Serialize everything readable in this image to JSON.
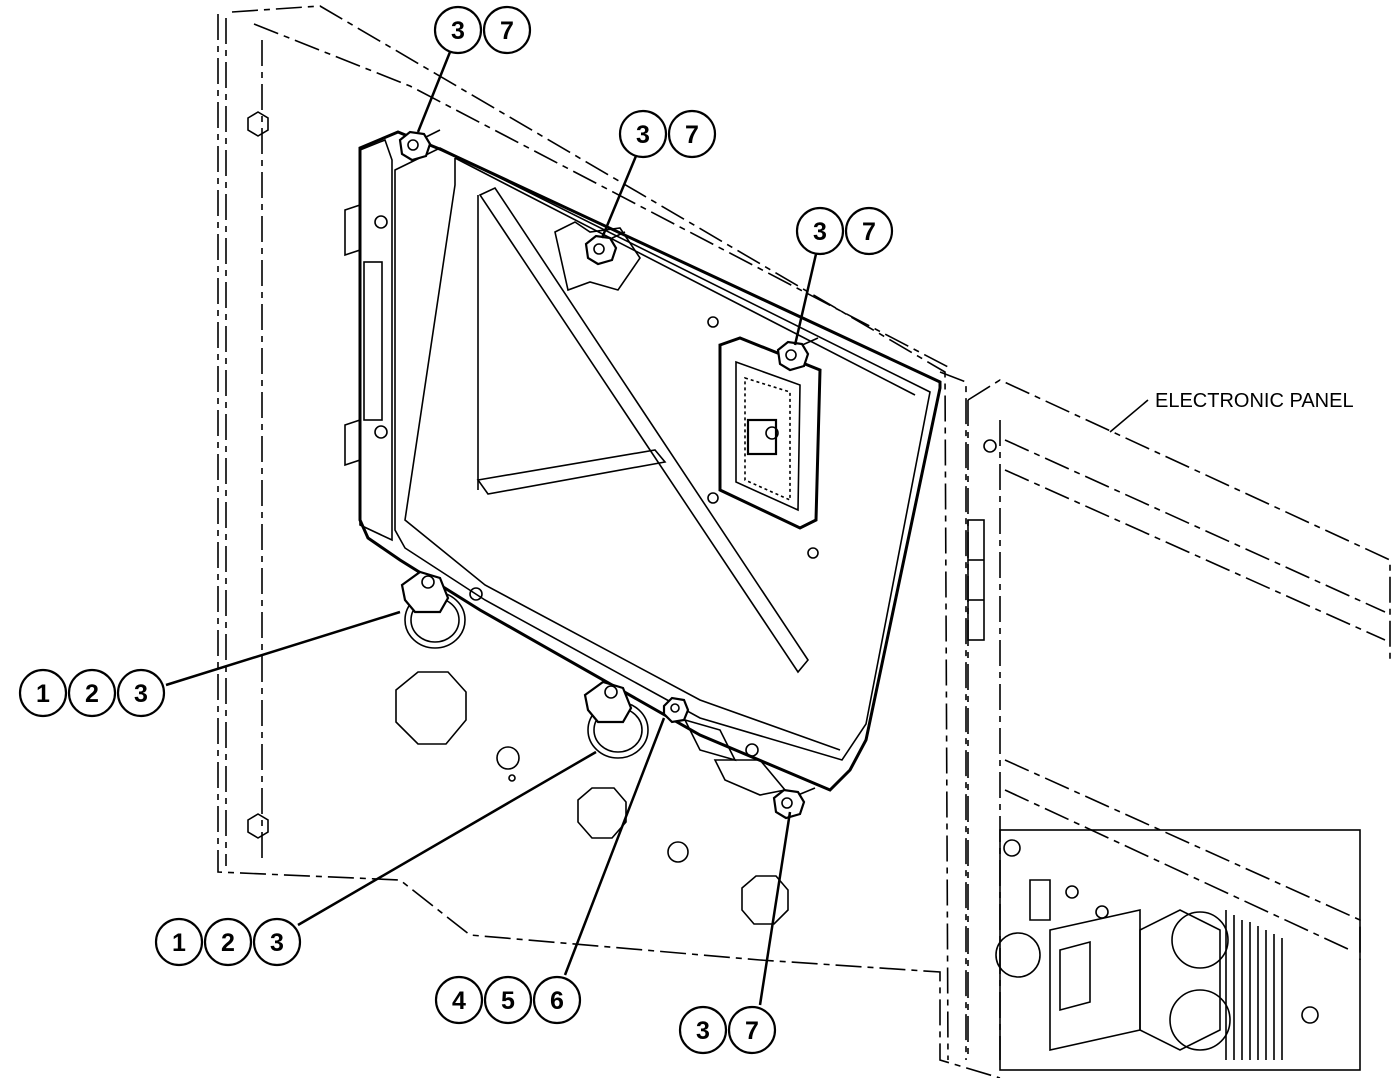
{
  "diagram": {
    "panel_label": "ELECTRONIC PANEL",
    "callouts": [
      {
        "id": "callout-top-left",
        "numbers": [
          "3",
          "7"
        ]
      },
      {
        "id": "callout-top-middle",
        "numbers": [
          "3",
          "7"
        ]
      },
      {
        "id": "callout-top-right",
        "numbers": [
          "3",
          "7"
        ]
      },
      {
        "id": "callout-left-upper",
        "numbers": [
          "1",
          "2",
          "3"
        ]
      },
      {
        "id": "callout-left-lower",
        "numbers": [
          "1",
          "2",
          "3"
        ]
      },
      {
        "id": "callout-bottom-middle",
        "numbers": [
          "4",
          "5",
          "6"
        ]
      },
      {
        "id": "callout-bottom-right",
        "numbers": [
          "3",
          "7"
        ]
      }
    ]
  }
}
